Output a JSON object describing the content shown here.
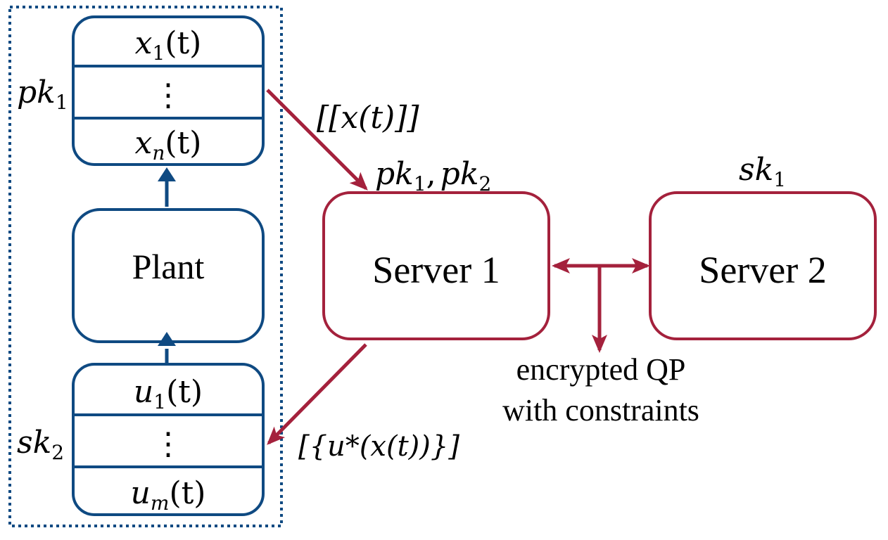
{
  "client": {
    "state_box": {
      "key": "pk",
      "key_sub": "1",
      "top": {
        "base": "x",
        "sub": "1",
        "arg": "(t)"
      },
      "middle": "⋮",
      "bottom": {
        "base": "x",
        "sub": "n",
        "arg": "(t)"
      }
    },
    "plant": {
      "label": "Plant"
    },
    "input_box": {
      "key": "sk",
      "key_sub": "2",
      "top": {
        "base": "u",
        "sub": "1",
        "arg": "(t)"
      },
      "middle": "⋮",
      "bottom": {
        "base": "u",
        "sub": "m",
        "arg": "(t)"
      }
    }
  },
  "server1": {
    "label": "Server 1",
    "keys": {
      "a": "pk",
      "a_sub": "1",
      "sep": ",",
      "b": "pk",
      "b_sub": "2"
    }
  },
  "server2": {
    "label": "Server 2",
    "key": "sk",
    "key_sub": "1"
  },
  "edges": {
    "to_server": "[[x(t)]]",
    "to_client": "[{u*(x(t))}]"
  },
  "qp_label": {
    "line1": "encrypted QP",
    "line2": "with constraints"
  },
  "colors": {
    "blue": "#0f4a82",
    "red": "#a4213c",
    "frame": "#0f4a82"
  }
}
